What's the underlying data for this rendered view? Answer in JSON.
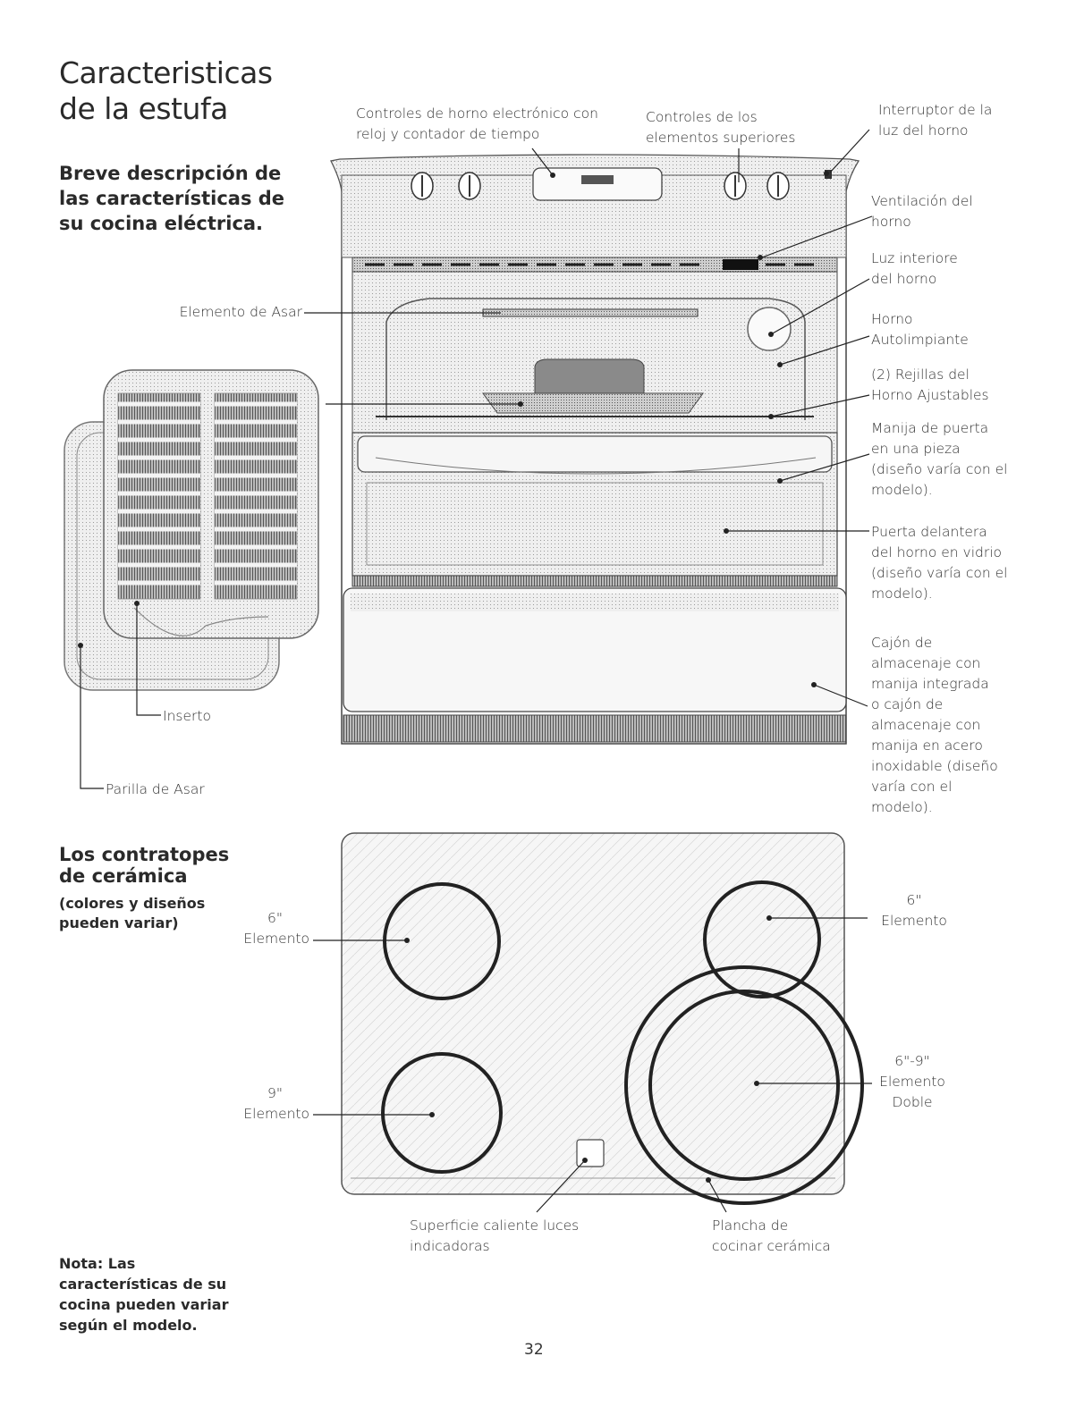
{
  "page": {
    "title_lines": [
      "Caracteristicas",
      "de la estufa"
    ],
    "intro_lines": [
      "Breve descripción de",
      "las características de",
      "su cocina eléctrica."
    ],
    "cooktop_heading_lines": [
      "Los contratopes",
      "de cerámica"
    ],
    "cooktop_sub_lines": [
      "(colores y diseños",
      "pueden variar)"
    ],
    "note_lines": [
      "Nota: Las",
      "características de su",
      "cocina pueden variar",
      "según el modelo."
    ],
    "page_number": "32"
  },
  "range_labels": {
    "oven_controls": [
      "Controles de horno electrónico con",
      "reloj y contador de tiempo"
    ],
    "surface_controls": [
      "Controles de los",
      "elementos superiores"
    ],
    "light_switch": [
      "Interruptor de la",
      "luz del horno"
    ],
    "vent": [
      "Ventilación del",
      "horno"
    ],
    "interior_light": [
      "Luz interiore",
      "del horno"
    ],
    "self_clean": [
      "Horno",
      "Autolimpiante"
    ],
    "racks": [
      "(2) Rejillas del",
      "Horno Ajustables"
    ],
    "handle": [
      "Manija de puerta",
      "en una pieza",
      "(diseño varía con el",
      "modelo)."
    ],
    "door": [
      "Puerta delantera",
      "del horno en vidrio",
      "(diseño varía con el",
      "modelo)."
    ],
    "drawer": [
      "Cajón de",
      "almacenaje con",
      "manija integrada",
      "o cajón de",
      "almacenaje con",
      "manija en acero",
      "inoxidable (diseño",
      "varía con el",
      "modelo)."
    ],
    "broil_element": "Elemento de Asar",
    "insert": "Inserto",
    "broil_pan": "Parilla de Asar"
  },
  "cooktop_labels": {
    "left_top": [
      "6\"",
      "Elemento"
    ],
    "right_top": [
      "6\"",
      "Elemento"
    ],
    "left_bottom": [
      "9\"",
      "Elemento"
    ],
    "right_bottom": [
      "6\"-9\"",
      "Elemento",
      "Doble"
    ],
    "hot_surface": [
      "Superficie caliente luces",
      "indicadoras"
    ],
    "ceramic_surface": [
      "Plancha de",
      "cocinar cerámica"
    ]
  }
}
